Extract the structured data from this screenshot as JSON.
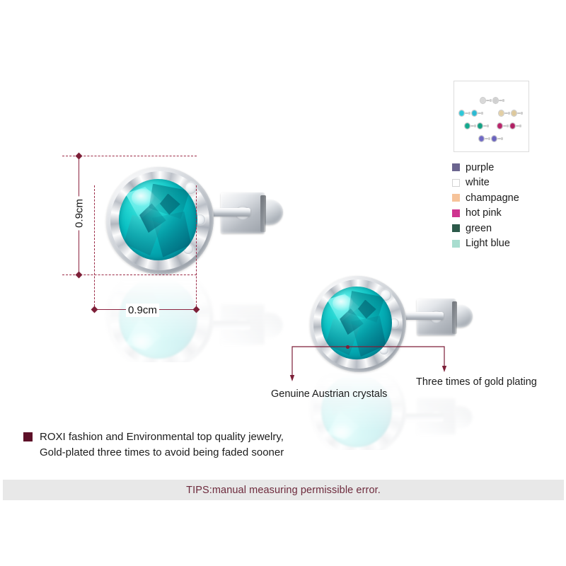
{
  "product": {
    "type": "stud-earrings",
    "gem_color_hex": "#0ec0c2",
    "metal_color_hex": "#c9ced5"
  },
  "dimensions": {
    "height_label": "0.9cm",
    "width_label": "0.9cm"
  },
  "callouts": [
    {
      "id": "crystals",
      "text": "Genuine Austrian crystals"
    },
    {
      "id": "plating",
      "text": "Three times of gold plating"
    }
  ],
  "variant_swatches": {
    "box_label": "color-variant-thumbnail",
    "thumbnails": [
      {
        "name": "white",
        "hex": "#d8d8d8",
        "code": "1"
      },
      {
        "name": "white2",
        "hex": "#d0d0d0",
        "code": "2"
      },
      {
        "name": "lightblue",
        "hex": "#2ec7d8",
        "code": "3"
      },
      {
        "name": "lightblue2",
        "hex": "#2bb9d2",
        "code": "4"
      },
      {
        "name": "champagne",
        "hex": "#e3cfa4",
        "code": "5"
      },
      {
        "name": "champagne2",
        "hex": "#ddc89c",
        "code": "6"
      },
      {
        "name": "green",
        "hex": "#14a98e",
        "code": "7"
      },
      {
        "name": "green2",
        "hex": "#12a083",
        "code": "8"
      },
      {
        "name": "hotpink",
        "hex": "#b8246a",
        "code": "9"
      },
      {
        "name": "hotpink2",
        "hex": "#b01f63",
        "code": "10"
      },
      {
        "name": "purple",
        "hex": "#6f69c4",
        "code": "11"
      },
      {
        "name": "purple2",
        "hex": "#6a63bd",
        "code": "12"
      }
    ]
  },
  "legend": {
    "items": [
      {
        "label": "purple",
        "hex": "#6b658f"
      },
      {
        "label": "white",
        "hex": "#ffffff"
      },
      {
        "label": "champagne",
        "hex": "#f6c39a"
      },
      {
        "label": "hot pink",
        "hex": "#cf3490"
      },
      {
        "label": "green",
        "hex": "#2c5a4a"
      },
      {
        "label": "Light blue",
        "hex": "#a8ddcf"
      }
    ]
  },
  "note": {
    "bullet_hex": "#5d1028",
    "lines": [
      "ROXI fashion and Environmental top quality jewelry,",
      "Gold-plated three times to avoid being faded sooner"
    ]
  },
  "tips": {
    "text": "TIPS:manual measuring permissible error.",
    "bar_hex": "#e8e8e8",
    "text_hex": "#6d2a3c"
  }
}
